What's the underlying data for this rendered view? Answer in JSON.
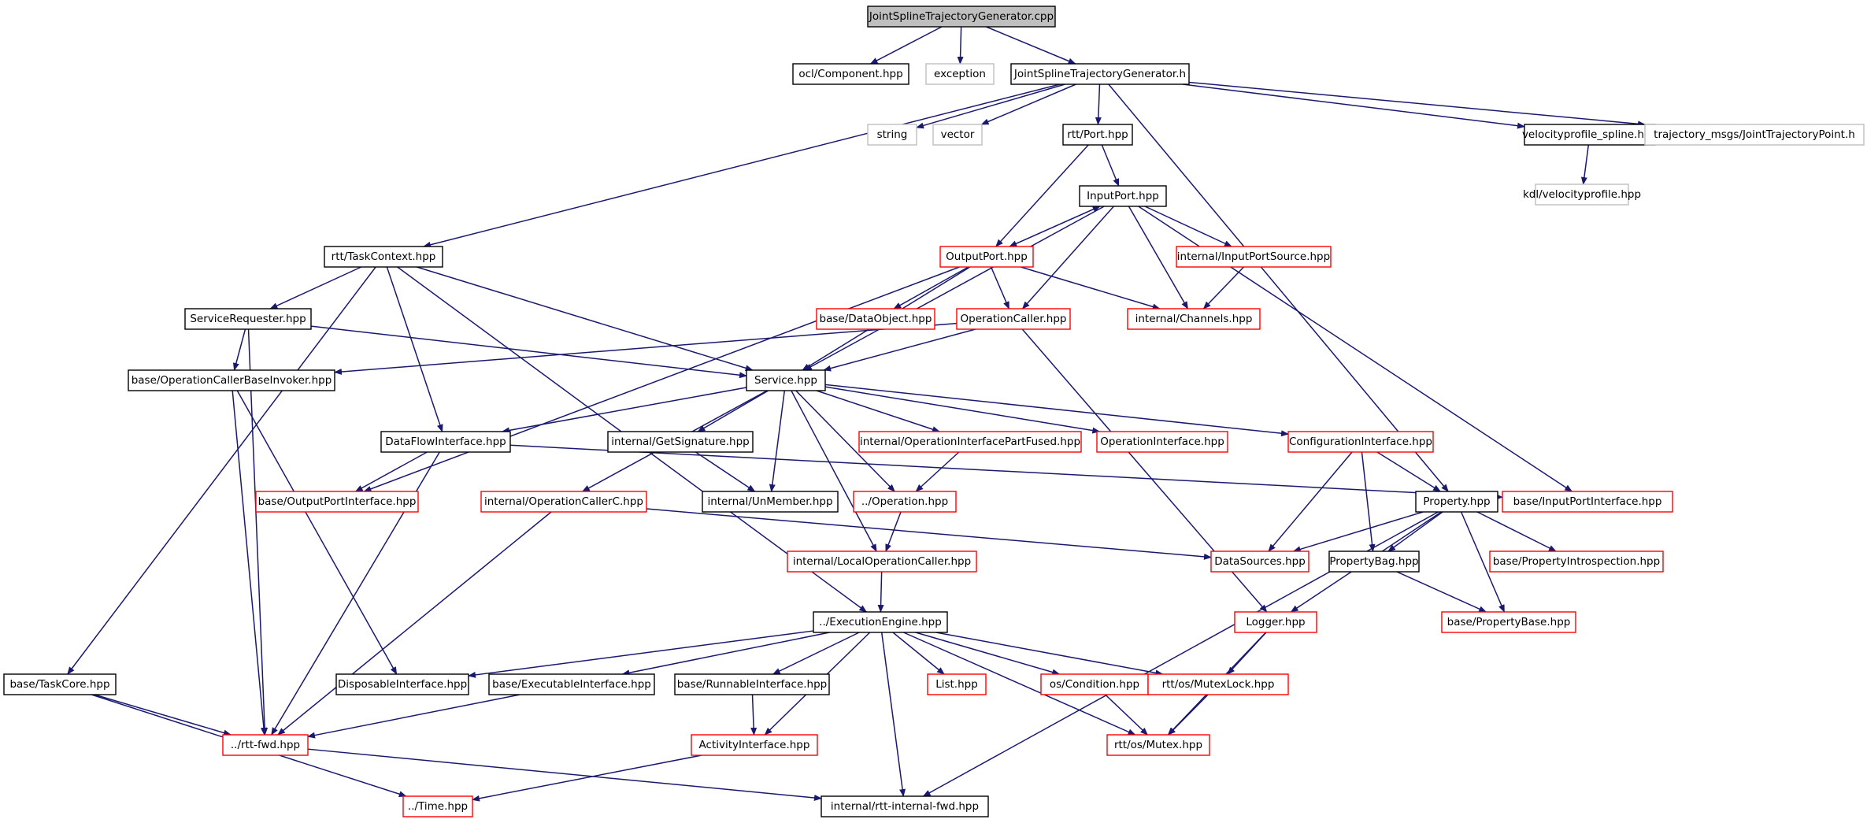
{
  "colors": {
    "edge": "#191970",
    "node_default_border": "#000000",
    "node_red_border": "#ff0000",
    "node_grey_border": "#bfbfbf",
    "root_fill": "#bfbfbf",
    "text": "#000000"
  },
  "nodes": [
    {
      "id": "root",
      "label": "JointSplineTrajectoryGenerator.cpp",
      "style": "root"
    },
    {
      "id": "ocl_component",
      "label": "ocl/Component.hpp",
      "style": "black"
    },
    {
      "id": "exception",
      "label": "exception",
      "style": "grey"
    },
    {
      "id": "jstg_h",
      "label": "JointSplineTrajectoryGenerator.h",
      "style": "black"
    },
    {
      "id": "string",
      "label": "string",
      "style": "grey"
    },
    {
      "id": "vector",
      "label": "vector",
      "style": "grey"
    },
    {
      "id": "rtt_port",
      "label": "rtt/Port.hpp",
      "style": "black"
    },
    {
      "id": "velocityprofile_spline",
      "label": "velocityprofile_spline.hpp",
      "style": "black"
    },
    {
      "id": "trajectory_msgs",
      "label": "trajectory_msgs/JointTrajectoryPoint.h",
      "style": "grey"
    },
    {
      "id": "kdl_velocityprofile",
      "label": "kdl/velocityprofile.hpp",
      "style": "grey"
    },
    {
      "id": "inputport",
      "label": "InputPort.hpp",
      "style": "black"
    },
    {
      "id": "rtt_taskcontext",
      "label": "rtt/TaskContext.hpp",
      "style": "black"
    },
    {
      "id": "outputport",
      "label": "OutputPort.hpp",
      "style": "red"
    },
    {
      "id": "internal_inputportsource",
      "label": "internal/InputPortSource.hpp",
      "style": "red"
    },
    {
      "id": "servicerequester",
      "label": "ServiceRequester.hpp",
      "style": "black"
    },
    {
      "id": "base_dataobject",
      "label": "base/DataObject.hpp",
      "style": "red"
    },
    {
      "id": "operationcaller",
      "label": "OperationCaller.hpp",
      "style": "red"
    },
    {
      "id": "internal_channels",
      "label": "internal/Channels.hpp",
      "style": "red"
    },
    {
      "id": "base_opcallerbaseinvoker",
      "label": "base/OperationCallerBaseInvoker.hpp",
      "style": "black"
    },
    {
      "id": "service",
      "label": "Service.hpp",
      "style": "black"
    },
    {
      "id": "dataflowinterface",
      "label": "DataFlowInterface.hpp",
      "style": "black"
    },
    {
      "id": "internal_getsignature",
      "label": "internal/GetSignature.hpp",
      "style": "black"
    },
    {
      "id": "internal_opinterfacepartfused",
      "label": "internal/OperationInterfacePartFused.hpp",
      "style": "red"
    },
    {
      "id": "operationinterface",
      "label": "OperationInterface.hpp",
      "style": "red"
    },
    {
      "id": "configurationinterface",
      "label": "ConfigurationInterface.hpp",
      "style": "red"
    },
    {
      "id": "base_outputportinterface",
      "label": "base/OutputPortInterface.hpp",
      "style": "red"
    },
    {
      "id": "internal_operationcallerc",
      "label": "internal/OperationCallerC.hpp",
      "style": "red"
    },
    {
      "id": "internal_unmember",
      "label": "internal/UnMember.hpp",
      "style": "black"
    },
    {
      "id": "dotdot_operation",
      "label": "../Operation.hpp",
      "style": "red"
    },
    {
      "id": "base_inputportinterface",
      "label": "base/InputPortInterface.hpp",
      "style": "red"
    },
    {
      "id": "property",
      "label": "Property.hpp",
      "style": "black"
    },
    {
      "id": "internal_localopcaller",
      "label": "internal/LocalOperationCaller.hpp",
      "style": "red"
    },
    {
      "id": "datasources",
      "label": "DataSources.hpp",
      "style": "red"
    },
    {
      "id": "propertybag",
      "label": "PropertyBag.hpp",
      "style": "black"
    },
    {
      "id": "base_propertyintrospection",
      "label": "base/PropertyIntrospection.hpp",
      "style": "red"
    },
    {
      "id": "executionengine",
      "label": "../ExecutionEngine.hpp",
      "style": "black"
    },
    {
      "id": "logger",
      "label": "Logger.hpp",
      "style": "red"
    },
    {
      "id": "base_propertybase",
      "label": "base/PropertyBase.hpp",
      "style": "red"
    },
    {
      "id": "base_taskcore",
      "label": "base/TaskCore.hpp",
      "style": "black"
    },
    {
      "id": "disposableinterface",
      "label": "DisposableInterface.hpp",
      "style": "black"
    },
    {
      "id": "base_executableinterface",
      "label": "base/ExecutableInterface.hpp",
      "style": "black"
    },
    {
      "id": "base_runnableinterface",
      "label": "base/RunnableInterface.hpp",
      "style": "black"
    },
    {
      "id": "list",
      "label": "List.hpp",
      "style": "red"
    },
    {
      "id": "os_condition",
      "label": "os/Condition.hpp",
      "style": "red"
    },
    {
      "id": "rtt_os_mutexlock",
      "label": "rtt/os/MutexLock.hpp",
      "style": "red"
    },
    {
      "id": "dotdot_rttfwd",
      "label": "../rtt-fwd.hpp",
      "style": "red"
    },
    {
      "id": "activityinterface",
      "label": "ActivityInterface.hpp",
      "style": "red"
    },
    {
      "id": "rtt_os_mutex",
      "label": "rtt/os/Mutex.hpp",
      "style": "red"
    },
    {
      "id": "dotdot_time",
      "label": "../Time.hpp",
      "style": "red"
    },
    {
      "id": "internal_rttinternalfwd",
      "label": "internal/rtt-internal-fwd.hpp",
      "style": "black"
    }
  ],
  "edges": [
    [
      "root",
      "ocl_component"
    ],
    [
      "root",
      "exception"
    ],
    [
      "root",
      "jstg_h"
    ],
    [
      "jstg_h",
      "string"
    ],
    [
      "jstg_h",
      "vector"
    ],
    [
      "jstg_h",
      "rtt_port"
    ],
    [
      "jstg_h",
      "velocityprofile_spline"
    ],
    [
      "jstg_h",
      "trajectory_msgs"
    ],
    [
      "jstg_h",
      "rtt_taskcontext"
    ],
    [
      "jstg_h",
      "property"
    ],
    [
      "velocityprofile_spline",
      "kdl_velocityprofile"
    ],
    [
      "rtt_port",
      "inputport"
    ],
    [
      "rtt_port",
      "outputport"
    ],
    [
      "inputport",
      "outputport"
    ],
    [
      "inputport",
      "internal_inputportsource"
    ],
    [
      "inputport",
      "internal_channels"
    ],
    [
      "inputport",
      "operationcaller"
    ],
    [
      "inputport",
      "service"
    ],
    [
      "inputport",
      "base_inputportinterface"
    ],
    [
      "outputport",
      "inputport"
    ],
    [
      "outputport",
      "base_dataobject"
    ],
    [
      "outputport",
      "operationcaller"
    ],
    [
      "outputport",
      "internal_channels"
    ],
    [
      "outputport",
      "service"
    ],
    [
      "outputport",
      "base_outputportinterface"
    ],
    [
      "internal_inputportsource",
      "internal_channels"
    ],
    [
      "rtt_taskcontext",
      "servicerequester"
    ],
    [
      "rtt_taskcontext",
      "service"
    ],
    [
      "rtt_taskcontext",
      "dataflowinterface"
    ],
    [
      "rtt_taskcontext",
      "base_taskcore"
    ],
    [
      "rtt_taskcontext",
      "executionengine"
    ],
    [
      "servicerequester",
      "base_opcallerbaseinvoker"
    ],
    [
      "servicerequester",
      "service"
    ],
    [
      "servicerequester",
      "dotdot_rttfwd"
    ],
    [
      "operationcaller",
      "base_opcallerbaseinvoker"
    ],
    [
      "operationcaller",
      "service"
    ],
    [
      "operationcaller",
      "logger"
    ],
    [
      "base_opcallerbaseinvoker",
      "disposableinterface"
    ],
    [
      "base_opcallerbaseinvoker",
      "dotdot_rttfwd"
    ],
    [
      "service",
      "dataflowinterface"
    ],
    [
      "service",
      "internal_getsignature"
    ],
    [
      "service",
      "internal_opinterfacepartfused"
    ],
    [
      "service",
      "operationinterface"
    ],
    [
      "service",
      "configurationinterface"
    ],
    [
      "service",
      "internal_operationcallerc"
    ],
    [
      "service",
      "internal_unmember"
    ],
    [
      "service",
      "dotdot_operation"
    ],
    [
      "service",
      "internal_localopcaller"
    ],
    [
      "dataflowinterface",
      "base_outputportinterface"
    ],
    [
      "dataflowinterface",
      "base_inputportinterface"
    ],
    [
      "dataflowinterface",
      "dotdot_rttfwd"
    ],
    [
      "internal_getsignature",
      "internal_unmember"
    ],
    [
      "internal_opinterfacepartfused",
      "dotdot_operation"
    ],
    [
      "configurationinterface",
      "property"
    ],
    [
      "configurationinterface",
      "datasources"
    ],
    [
      "configurationinterface",
      "propertybag"
    ],
    [
      "internal_operationcallerc",
      "datasources"
    ],
    [
      "internal_operationcallerc",
      "dotdot_rttfwd"
    ],
    [
      "dotdot_operation",
      "internal_localopcaller"
    ],
    [
      "property",
      "datasources"
    ],
    [
      "property",
      "propertybag"
    ],
    [
      "property",
      "base_propertyintrospection"
    ],
    [
      "property",
      "logger"
    ],
    [
      "property",
      "base_propertybase"
    ],
    [
      "property",
      "internal_rttinternalfwd"
    ],
    [
      "internal_localopcaller",
      "executionengine"
    ],
    [
      "propertybag",
      "base_propertybase"
    ],
    [
      "executionengine",
      "disposableinterface"
    ],
    [
      "executionengine",
      "base_executableinterface"
    ],
    [
      "executionengine",
      "base_runnableinterface"
    ],
    [
      "executionengine",
      "list"
    ],
    [
      "executionengine",
      "os_condition"
    ],
    [
      "executionengine",
      "rtt_os_mutexlock"
    ],
    [
      "executionengine",
      "rtt_os_mutex"
    ],
    [
      "executionengine",
      "activityinterface"
    ],
    [
      "executionengine",
      "internal_rttinternalfwd"
    ],
    [
      "logger",
      "rtt_os_mutexlock"
    ],
    [
      "logger",
      "rtt_os_mutex"
    ],
    [
      "base_taskcore",
      "dotdot_rttfwd"
    ],
    [
      "base_taskcore",
      "dotdot_time"
    ],
    [
      "base_executableinterface",
      "dotdot_rttfwd"
    ],
    [
      "base_runnableinterface",
      "activityinterface"
    ],
    [
      "os_condition",
      "rtt_os_mutex"
    ],
    [
      "rtt_os_mutexlock",
      "rtt_os_mutex"
    ],
    [
      "dotdot_rttfwd",
      "internal_rttinternalfwd"
    ],
    [
      "activityinterface",
      "dotdot_time"
    ]
  ]
}
